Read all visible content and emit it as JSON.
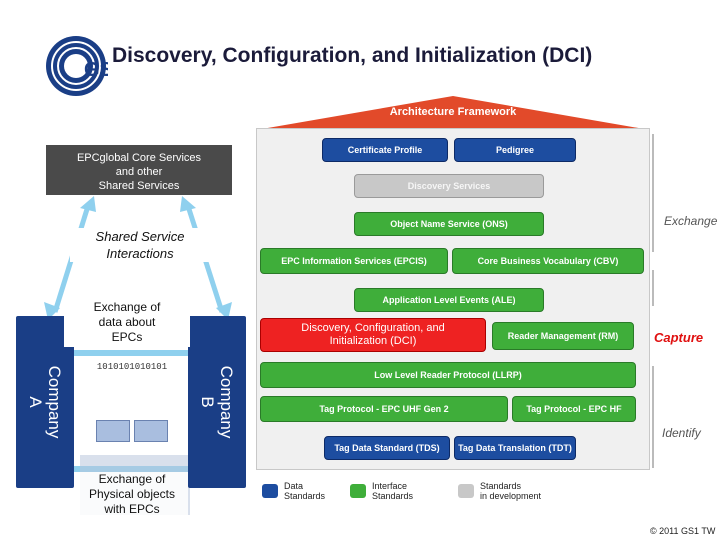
{
  "header": {
    "title": "Discovery, Configuration, and Initialization (DCI)",
    "logo_text": "GS1"
  },
  "left": {
    "core_box": [
      "EPCglobal Core Services",
      "and other",
      "Shared Services"
    ],
    "shared_label": [
      "Shared Service",
      "Interactions"
    ],
    "exchange_data": [
      "Exchange of",
      "data about",
      "EPCs"
    ],
    "company_a": [
      "Company",
      "A"
    ],
    "company_b": [
      "Company",
      "B"
    ],
    "binary": "1010101010101",
    "exchange_physical": [
      "Exchange of",
      "Physical objects",
      "with EPCs"
    ]
  },
  "framework": {
    "roof": "Architecture Framework",
    "certificate_profile": "Certificate Profile",
    "pedigree": "Pedigree",
    "discovery_services": "Discovery Services",
    "ons": "Object Name Service (ONS)",
    "epcis": "EPC Information Services (EPCIS)",
    "cbv": "Core Business Vocabulary (CBV)",
    "ale": "Application Level Events (ALE)",
    "dci": [
      "Discovery, Configuration, and",
      "Initialization (DCI)"
    ],
    "rm": "Reader Management (RM)",
    "llrp": "Low Level Reader Protocol (LLRP)",
    "uhf": "Tag Protocol - EPC UHF Gen 2",
    "hf": "Tag Protocol - EPC HF",
    "tds": "Tag Data Standard (TDS)",
    "tdt": "Tag Data Translation (TDT)"
  },
  "side_labels": {
    "exchange": "Exchange",
    "capture": "Capture",
    "identify": "Identify"
  },
  "legend": {
    "data": [
      "Data",
      "Standards"
    ],
    "interface": [
      "Interface",
      "Standards"
    ],
    "development": [
      "Standards",
      "in development"
    ]
  },
  "colors": {
    "navy": "#1d4da0",
    "green": "#3fae3a",
    "grey": "#c8c8c8",
    "red": "#ee2222",
    "roof": "#e24a2a"
  },
  "copyright": "© 2011 GS1 TW"
}
